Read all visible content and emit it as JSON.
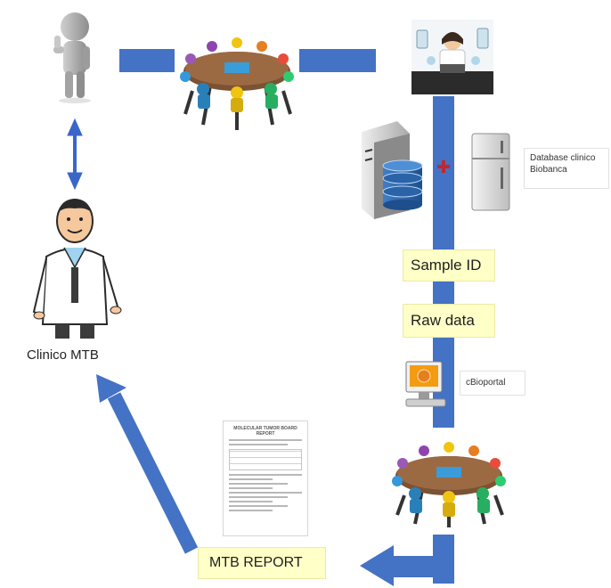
{
  "labels": {
    "sample_id": "Sample ID",
    "raw_data": "Raw data",
    "mtb_report": "MTB REPORT",
    "clinico_mtb": "Clinico MTB",
    "database": "Database clinico Biobanca",
    "cbioportal": "cBioportal"
  },
  "report_document": {
    "title": "MOLECULAR TUMOR BOARD REPORT"
  },
  "colors": {
    "flow": "#4472c4",
    "connector": "#3a66c9",
    "label_fill": "#ffffc8",
    "plus": "#c0282e"
  },
  "icons": [
    "person-thumbs-up-icon",
    "meeting-table-icon",
    "lab-researcher-icon",
    "server-database-icon",
    "freezer-icon",
    "doctor-icon",
    "computer-icon",
    "report-document-icon"
  ]
}
